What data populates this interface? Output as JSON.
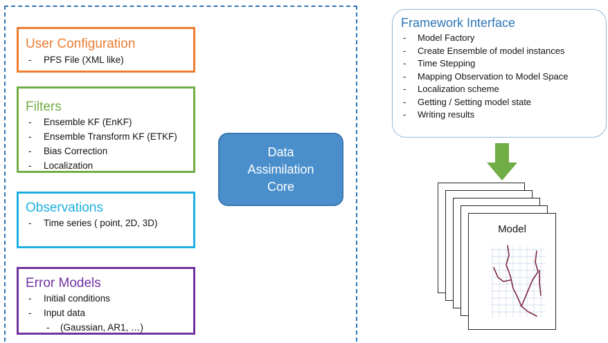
{
  "left_panel": {
    "user_config": {
      "title": "User Configuration",
      "color": "#ed7d31",
      "items": [
        "PFS File (XML like)"
      ]
    },
    "filters": {
      "title": "Filters",
      "color": "#70ad47",
      "items": [
        "Ensemble KF (EnKF)",
        "Ensemble Transform KF  (ETKF)",
        "Bias Correction",
        "Localization"
      ]
    },
    "observations": {
      "title": "Observations",
      "color": "#1cb0e0",
      "items": [
        "Time series ( point, 2D, 3D)"
      ]
    },
    "error_models": {
      "title": "Error Models",
      "color": "#7030a0",
      "items": [
        "Initial conditions",
        "Input data"
      ],
      "sub_items": [
        "(Gaussian, AR1, …)"
      ]
    }
  },
  "core": {
    "label": "Data Assimilation Core",
    "color": "#4a8fcb"
  },
  "framework": {
    "title": "Framework Interface",
    "items": [
      "Model Factory",
      "Create Ensemble of model instances",
      "Time Stepping",
      "Mapping Observation to Model Space",
      "Localization scheme",
      "Getting / Setting model state",
      "Writing results"
    ]
  },
  "arrow": {
    "color": "#70ad47"
  },
  "model_stack": {
    "label": "Model",
    "page_count": 5
  }
}
